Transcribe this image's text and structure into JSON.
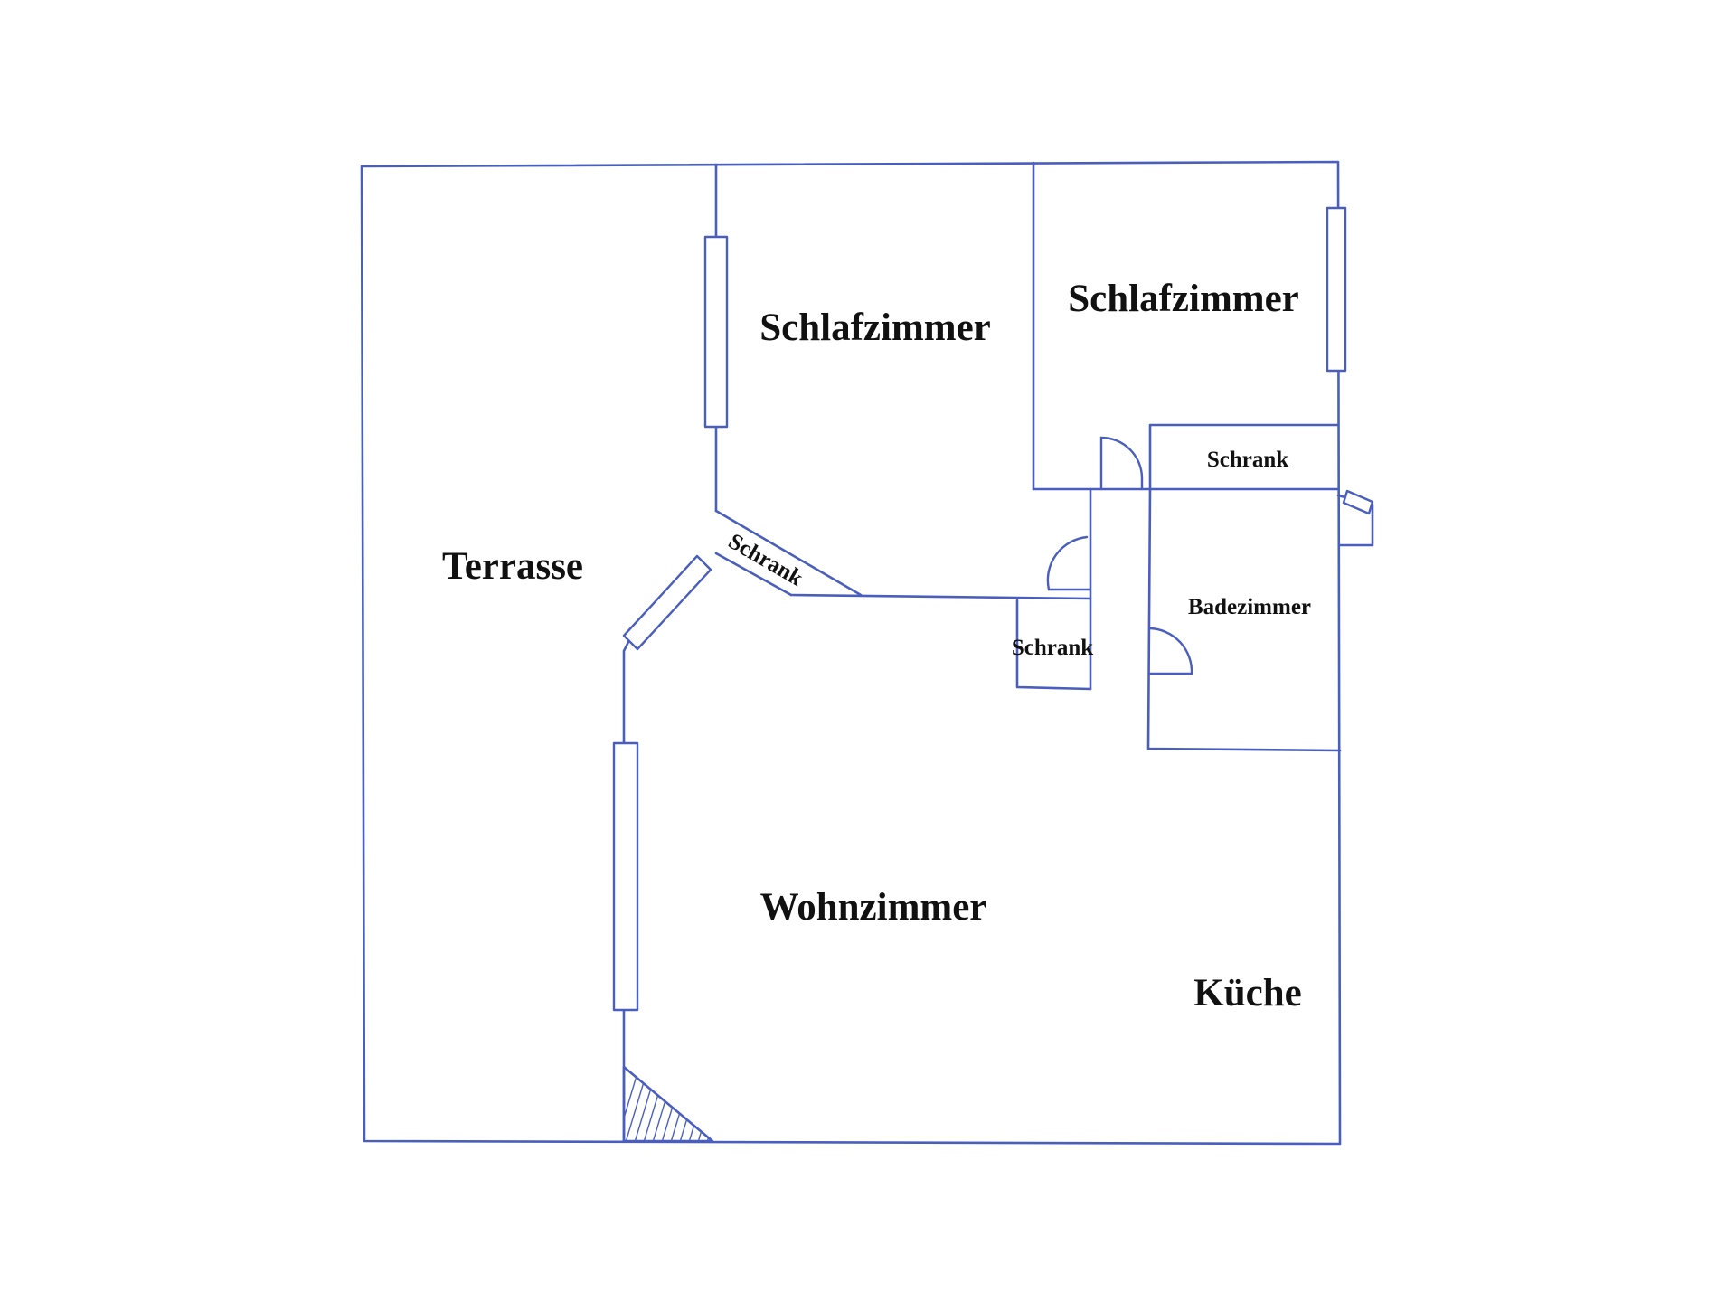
{
  "colors": {
    "line": "#4a5fbd",
    "text": "#111111",
    "background": "#ffffff"
  },
  "rooms": {
    "terrace": "Terrasse",
    "bedroom_1": "Schlafzimmer",
    "bedroom_2": "Schlafzimmer",
    "living_room": "Wohnzimmer",
    "kitchen": "Küche",
    "bathroom": "Badezimmer",
    "closet_diagonal": "Schrank",
    "closet_top": "Schrank",
    "closet_middle": "Schrank"
  }
}
